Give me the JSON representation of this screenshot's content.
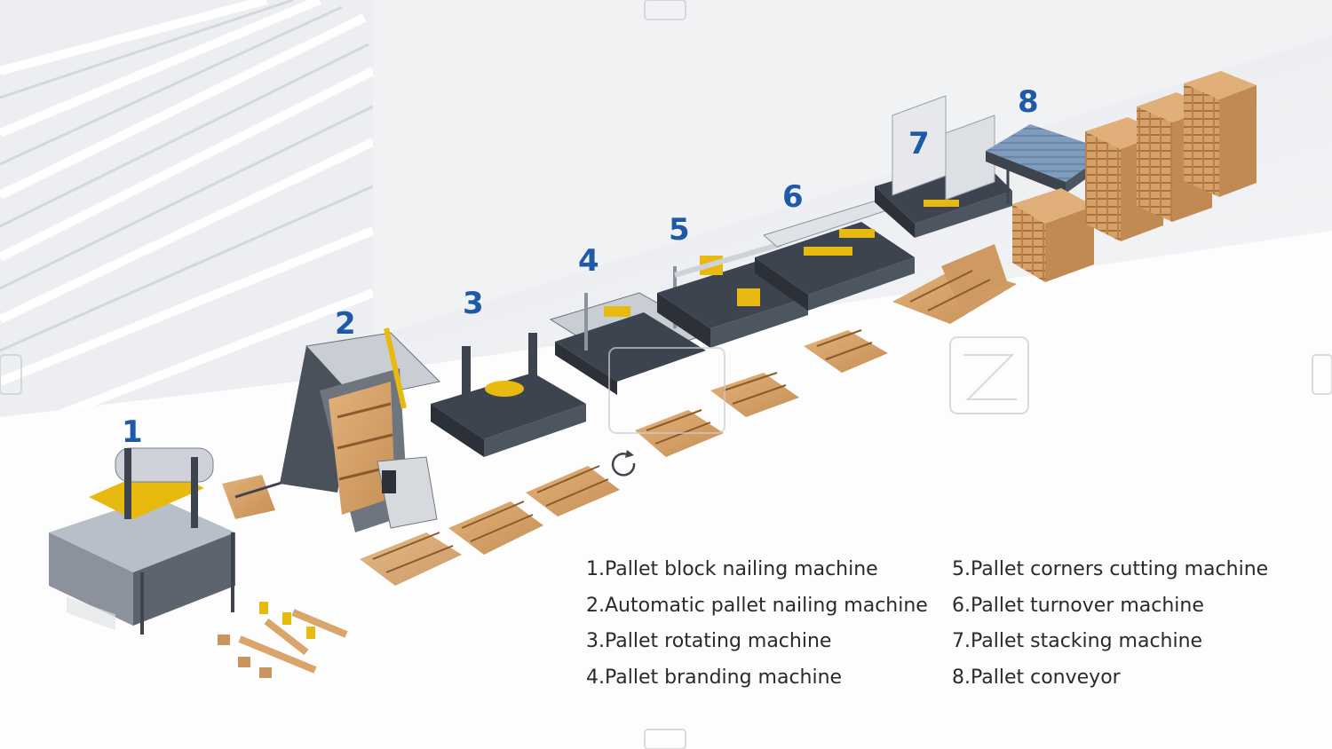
{
  "stations": {
    "s1": "1",
    "s2": "2",
    "s3": "3",
    "s4": "4",
    "s5": "5",
    "s6": "6",
    "s7": "7",
    "s8": "8"
  },
  "legend": {
    "left": [
      "1.Pallet block nailing machine",
      "2.Automatic pallet nailing machine",
      "3.Pallet rotating machine",
      "4.Pallet branding machine"
    ],
    "right": [
      "5.Pallet corners cutting machine",
      "6.Pallet turnover machine",
      "7.Pallet stacking machine",
      "8.Pallet conveyor"
    ]
  },
  "icons": [
    "rotate-arrow-icon",
    "logo-watermark-icon"
  ],
  "colors": {
    "number": "#1f5aa8",
    "wood": "#d9a56b",
    "machine_frame": "#3d4450",
    "machine_accent": "#e8b90f",
    "conveyor": "#7f9bbd",
    "text": "#2a2a2a"
  }
}
